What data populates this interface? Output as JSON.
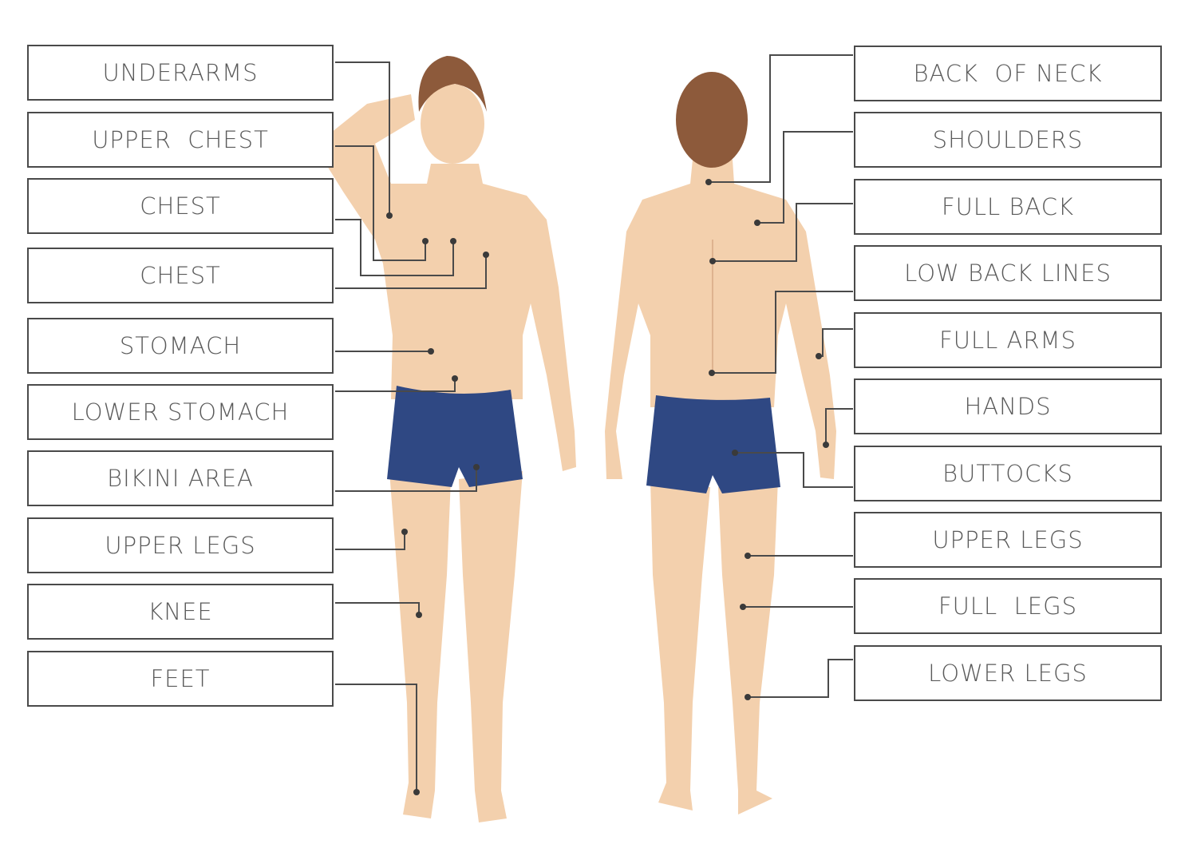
{
  "front_labels": [
    "UNDERARMS",
    "UPPER  CHEST",
    "CHEST",
    "CHEST",
    "STOMACH",
    "LOWER STOMACH",
    "BIKINI AREA",
    "UPPER LEGS",
    "KNEE",
    "FEET"
  ],
  "back_labels": [
    "BACK  OF NECK",
    "SHOULDERS",
    "FULL BACK",
    "LOW BACK LINES",
    "FULL ARMS",
    "HANDS",
    "BUTTOCKS",
    "UPPER LEGS",
    "FULL  LEGS",
    "LOWER LEGS"
  ],
  "colors": {
    "skin": "#f3d0ad",
    "skin_shade": "#e7b994",
    "hair": "#8d5a3b",
    "shorts": "#2f4883",
    "line": "#4a4a4a"
  }
}
